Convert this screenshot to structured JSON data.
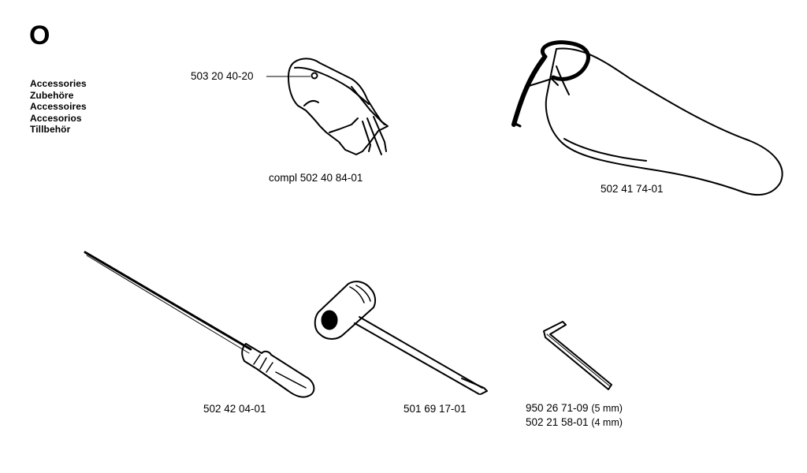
{
  "section": {
    "letter": "O"
  },
  "languages": [
    "Accessories",
    "Zubehöre",
    "Accessoires",
    "Accesorios",
    "Tillbehör"
  ],
  "parts": {
    "pin_part": "503 20 40-20",
    "guard_part": "compl 502 40 84-01",
    "guide_cover": "502 41 74-01",
    "screwdriver": "502 42 04-01",
    "combination_wrench": "501 69 17-01",
    "hex_key_5mm": {
      "number": "950 26 71-09",
      "size": "(5 mm)"
    },
    "hex_key_4mm": {
      "number": "502 21 58-01",
      "size": "(4 mm)"
    }
  }
}
